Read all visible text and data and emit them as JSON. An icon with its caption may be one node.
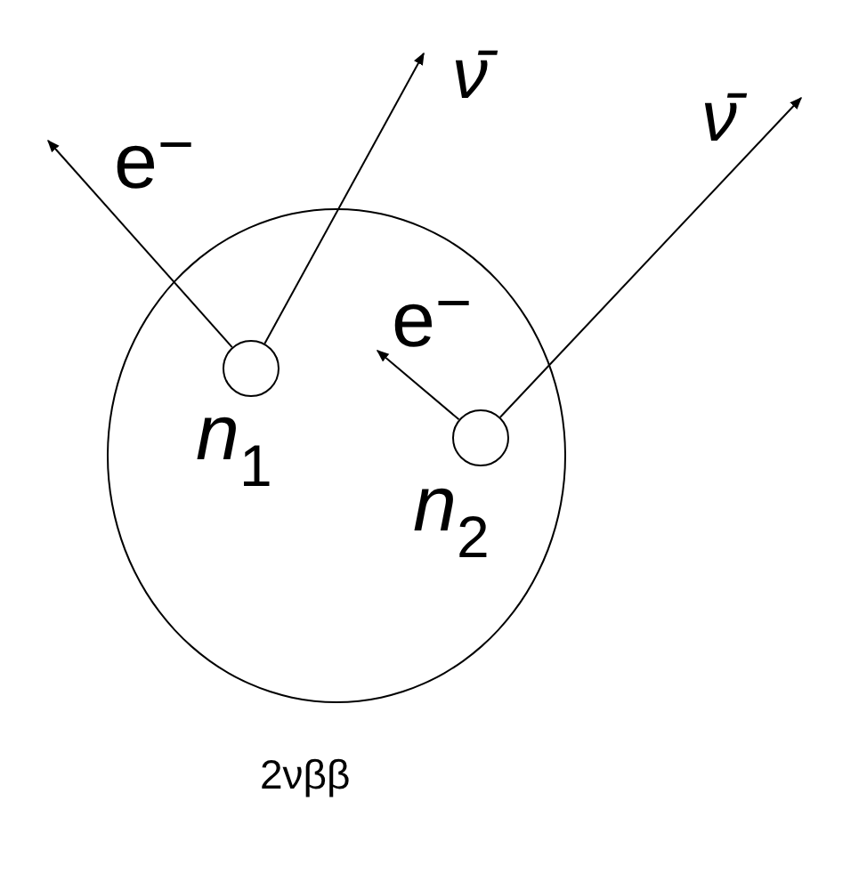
{
  "diagram": {
    "nodes": [
      {
        "text": [],
        "shape": "circle",
        "beside": [
          "2νββ"
        ]
      },
      {
        "text": [],
        "shape": "circle",
        "in": 0,
        "beside": [
          "*n*$_{1}$"
        ]
      },
      {
        "text": [],
        "shape": "circle",
        "in": 0,
        "beside": [
          "*n*$_{2}$"
        ]
      },
      {
        "text": [
          "e$^{−}$"
        ]
      },
      {
        "text": [
          "ν̄"
        ]
      },
      {
        "text": [
          "e$^{−}$"
        ],
        "in": 0
      },
      {
        "text": [
          "ν̄"
        ]
      }
    ],
    "edges": [
      {
        "from": 1,
        "to": 3,
        "arrow": "to"
      },
      {
        "from": 1,
        "to": 4,
        "arrow": "to"
      },
      {
        "from": 2,
        "to": 5,
        "arrow": "to"
      },
      {
        "from": 2,
        "to": 6,
        "arrow": "to"
      }
    ]
  }
}
